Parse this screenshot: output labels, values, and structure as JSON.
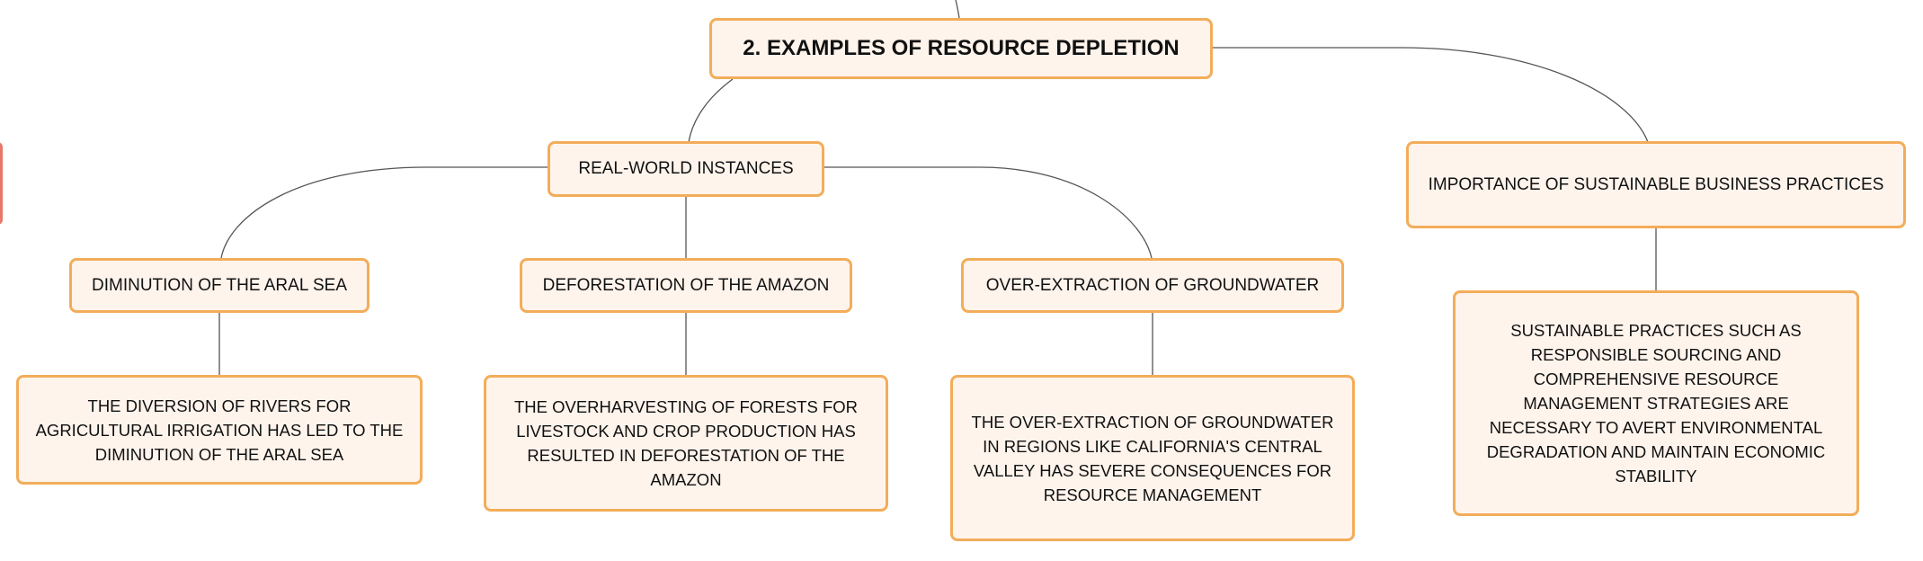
{
  "diagram": {
    "root": {
      "label": "2. EXAMPLES OF RESOURCE DEPLETION"
    },
    "branches": [
      {
        "label": "REAL-WORLD INSTANCES",
        "children": [
          {
            "label": "DIMINUTION OF THE ARAL SEA",
            "detail": "THE DIVERSION OF RIVERS FOR AGRICULTURAL IRRIGATION HAS LED TO THE DIMINUTION OF THE ARAL SEA"
          },
          {
            "label": "DEFORESTATION OF THE AMAZON",
            "detail": "THE OVERHARVESTING OF FORESTS FOR LIVESTOCK AND CROP PRODUCTION HAS RESULTED IN DEFORESTATION OF THE AMAZON"
          },
          {
            "label": "OVER-EXTRACTION OF GROUNDWATER",
            "detail": "THE OVER-EXTRACTION OF GROUNDWATER IN REGIONS LIKE CALIFORNIA'S CENTRAL VALLEY HAS SEVERE CONSEQUENCES FOR RESOURCE MANAGEMENT"
          }
        ]
      },
      {
        "label": "IMPORTANCE OF SUSTAINABLE BUSINESS PRACTICES",
        "detail": "SUSTAINABLE PRACTICES SUCH AS RESPONSIBLE SOURCING AND COMPREHENSIVE RESOURCE MANAGEMENT STRATEGIES ARE NECESSARY TO AVERT ENVIRONMENTAL DEGRADATION AND MAINTAIN ECONOMIC STABILITY"
      }
    ]
  },
  "colors": {
    "node_fill": "#fef4ec",
    "node_border": "#f3ad5a",
    "connector": "#555555",
    "side_tab_border": "#e8786a"
  }
}
